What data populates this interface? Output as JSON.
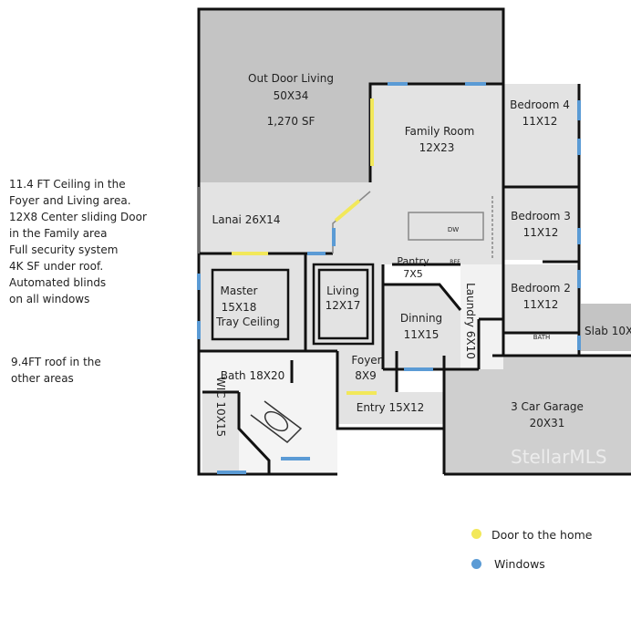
{
  "notes": {
    "lines": [
      "11.4 FT Ceiling in the",
      "Foyer and Living area.",
      "12X8 Center sliding Door",
      "in the Family area",
      "Full security system",
      "4K SF under roof.",
      "Automated blinds",
      "on all windows"
    ],
    "roof": [
      "9.4FT roof in the",
      "other areas"
    ]
  },
  "rooms": {
    "outdoor": {
      "name": "Out Door Living",
      "size": "50X34",
      "area": "1,270 SF"
    },
    "family": {
      "name": "Family Room",
      "size": "12X23"
    },
    "bed4": {
      "name": "Bedroom 4",
      "size": "11X12"
    },
    "bed3": {
      "name": "Bedroom 3",
      "size": "11X12"
    },
    "bed2": {
      "name": "Bedroom 2",
      "size": "11X12"
    },
    "lanai": {
      "name": "Lanai 26X14"
    },
    "master": {
      "name": "Master",
      "size": "15X18",
      "extra": "Tray Ceiling"
    },
    "living": {
      "name": "Living",
      "size": "12X17"
    },
    "pantry": {
      "name": "Pantry",
      "size": "7X5"
    },
    "dinning": {
      "name": "Dinning",
      "size": "11X15"
    },
    "laundry": {
      "name": "Laundry 6X10"
    },
    "slab": {
      "name": "Slab 10X"
    },
    "foyer": {
      "name": "Foyer",
      "size": "8X9"
    },
    "entry": {
      "name": "Entry 15X12"
    },
    "garage": {
      "name": "3 Car Garage",
      "size": "20X31"
    },
    "bath": {
      "name": "Bath 18X20"
    },
    "wic": {
      "name": "WIC 10X15"
    },
    "small_bath": "BATH",
    "ref": "REF",
    "dw": "DW"
  },
  "legend": {
    "door": {
      "label": "Door to the home",
      "color": "#f2e85a"
    },
    "window": {
      "label": "Windows",
      "color": "#5b9bd5"
    }
  },
  "watermark": "StellarMLS"
}
